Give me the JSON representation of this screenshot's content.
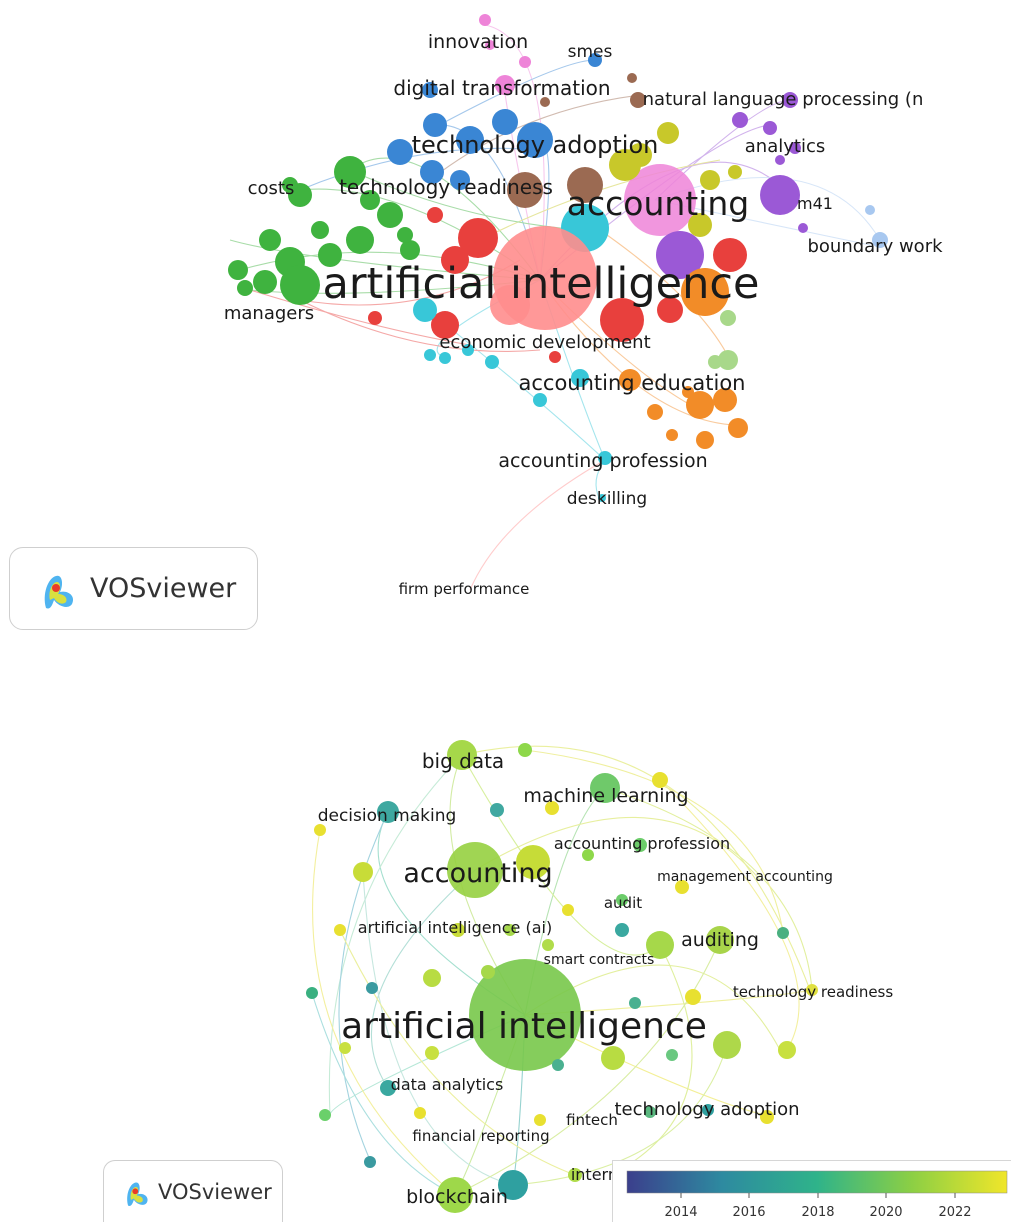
{
  "network_cluster": {
    "labels": [
      "innovation",
      "smes",
      "digital transformation",
      "natural language processing (n",
      "technology adoption",
      "analytics",
      "costs",
      "technology readiness",
      "accounting",
      "m41",
      "boundary work",
      "artificial intelligence",
      "managers",
      "economic development",
      "accounting education",
      "accounting profession",
      "deskilling",
      "firm performance"
    ],
    "cluster_colors": [
      "#e8403d",
      "#3fb33f",
      "#3a86d4",
      "#c8c82a",
      "#9b59d6",
      "#f28c28",
      "#38c7d8",
      "#ff8d8d",
      "#9b6a52",
      "#ee84d8",
      "#a8c8f0"
    ]
  },
  "network_overlay": {
    "labels": [
      "big data",
      "machine learning",
      "decision making",
      "accounting profession",
      "accounting",
      "management accounting",
      "audit",
      "artificial intelligence (ai)",
      "auditing",
      "smart contracts",
      "technology readiness",
      "artificial intelligence",
      "data analytics",
      "technology adoption",
      "fintech",
      "financial reporting",
      "internet of things",
      "blockchain"
    ],
    "colorbar": {
      "ticks": [
        "2014",
        "2016",
        "2018",
        "2020",
        "2022"
      ],
      "colors": [
        "#3b3f8c",
        "#2e8aa0",
        "#2fb38a",
        "#8ccf44",
        "#f0e62a"
      ]
    }
  },
  "logo": {
    "text": "VOSviewer"
  }
}
